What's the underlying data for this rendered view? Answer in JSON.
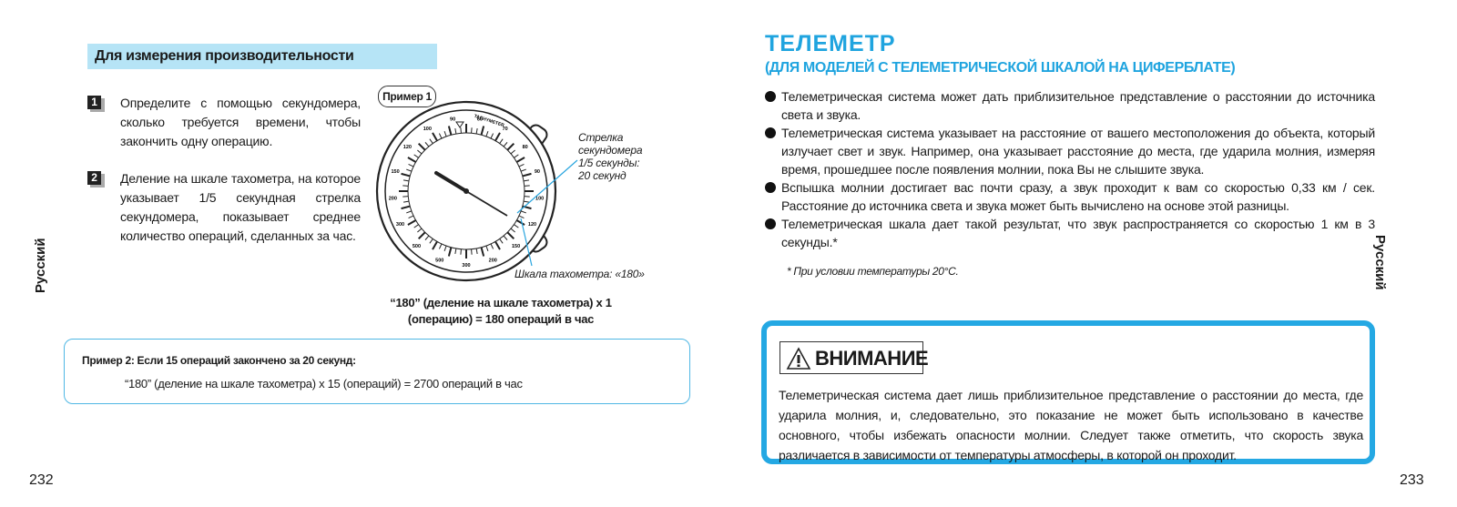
{
  "left_page": {
    "section_heading": "Для измерения производительности",
    "steps": [
      {
        "num": "1",
        "text": "Определите с помощью секундомера, сколько требуется времени, чтобы закончить одну операцию."
      },
      {
        "num": "2",
        "text": "Деление на шкале тахометра, на которое указывает  1/5 секундная стрелка секундомера, показывает среднее количество операций, сделанных за час."
      }
    ],
    "example1_badge": "Пример 1",
    "callout_hand": [
      "Стрелка",
      "секундомера",
      "1/5 секунды:",
      "20 секунд"
    ],
    "callout_scale": "Шкала тахометра: «180»",
    "formula_lines": [
      "“180” (деление на шкале тахометра) x 1",
      "(операцию) = 180 операций в час"
    ],
    "example2_title": "Пример 2: Если 15 операций закончено за 20 секунд:",
    "example2_line": "“180” (деление на шкале тахометра) x 15 (операций) = 2700 операций в час",
    "side_label": "Русский",
    "page_number": "232"
  },
  "watch": {
    "bezel_text": "TACHYMETER",
    "scale_labels": [
      "60",
      "70",
      "80",
      "90",
      "100",
      "120",
      "150",
      "200",
      "300",
      "500",
      "500",
      "300",
      "200",
      "150",
      "120",
      "100",
      "90"
    ]
  },
  "right_page": {
    "title": "ТЕЛЕМЕТР",
    "subtitle": "(ДЛЯ МОДЕЛЕЙ С ТЕЛЕМЕТРИЧЕСКОЙ ШКАЛОЙ НА ЦИФЕРБЛАТЕ)",
    "bullets": [
      "Телеметрическая система может дать приблизительное представление о расстоянии до источника света и звука.",
      "Телеметрическая система указывает на расстояние от вашего местоположения до объекта, который излучает свет и звук. Например, она указывает расстояние до места, где ударила молния, измеряя время, прошедшее после появления молнии, пока Вы не слышите звука.",
      "Вспышка молнии достигает вас почти сразу, а звук проходит к вам со скоростью 0,33 км / сек. Расстояние до источника света и звука может быть вычислено на основе этой разницы.",
      "Телеметрическая шкала дает такой результат, что звук распространяется со скоростью 1 км в 3 секунды.*"
    ],
    "footnote": "* При условии температуры 20°С.",
    "warning_label": "ВНИМАНИЕ",
    "warning_text": "Телеметрическая система дает лишь приблизительное представление о расстоянии до места, где ударила молния, и, следовательно, это показание не может быть использовано в качестве основного, чтобы избежать опасности молнии. Следует также отметить, что скорость звука различается в зависимости от температуры атмосферы, в которой он проходит.",
    "side_label": "Русский",
    "page_number": "233"
  },
  "colors": {
    "accent": "#1fa4df",
    "heading_bg": "#b6e4f6",
    "box_border": "#4fb7e4"
  }
}
